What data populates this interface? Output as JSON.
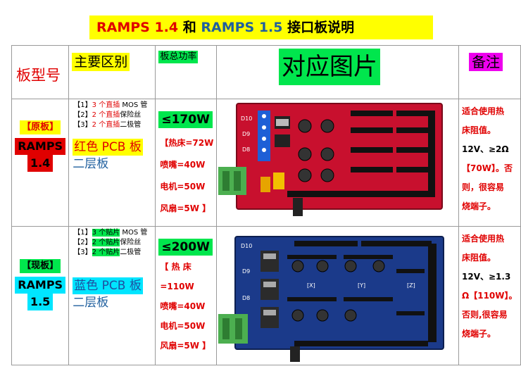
{
  "title": {
    "part1": "RAMPS 1.4",
    "part2": " 和 ",
    "part3": "RAMPS 1.5",
    "part4": " 接口板说明"
  },
  "headers": {
    "model": "板型号",
    "diff": "主要区别",
    "power": "板总功率",
    "image": "对应图片",
    "note": "备注"
  },
  "rows": [
    {
      "tag": "【原板】",
      "name": "RAMPS",
      "version": "1.4",
      "features": [
        {
          "pre": "【1】",
          "hl": "3 个直插",
          "post": " MOS 管"
        },
        {
          "pre": "【2】",
          "hl": "2 个直插",
          "post": "保险丝"
        },
        {
          "pre": "【3】",
          "hl": "2 个直插",
          "post": "二极管"
        }
      ],
      "pcb": "红色 PCB 板",
      "layers": "二层板",
      "power_total": "≤170W",
      "power_details": [
        "【热床=72W",
        "喷嘴=40W",
        "电机=50W",
        "风扇=5W 】"
      ],
      "notes": [
        "适合使用热",
        "床阻值。",
        "12V、≥2Ω",
        "【70W】。否",
        "则，很容易",
        "烧端子。"
      ],
      "board": {
        "labels": [
          "D10",
          "D9",
          "D8"
        ]
      }
    },
    {
      "tag": "【现板】",
      "name": "RAMPS",
      "version": "1.5",
      "features": [
        {
          "pre": "【1】",
          "hl": "3 个贴片",
          "post": " MOS 管"
        },
        {
          "pre": "【2】",
          "hl": "2 个贴片",
          "post": "保险丝"
        },
        {
          "pre": "【3】",
          "hl": "2 个贴片",
          "post": "二极管"
        }
      ],
      "pcb": "蓝色 PCB 板",
      "layers": "二层板",
      "power_total": "≤200W",
      "power_details": [
        "【  热  床",
        "=110W",
        "喷嘴=40W",
        "电机=50W",
        "风扇=5W 】"
      ],
      "notes": [
        "适合使用热",
        "床阻值。",
        "12V、≥1.3",
        "Ω【110W】。",
        "否则,很容易",
        "烧端子。"
      ],
      "board": {
        "labels": [
          "D10",
          "D9",
          "D8"
        ],
        "axes": [
          "[X]",
          "[Y]",
          "[Z]"
        ]
      }
    }
  ],
  "colors": {
    "red": "#e00000",
    "yellow": "#ffff00",
    "green": "#00e64d",
    "cyan": "#00e5ff",
    "magenta": "#ee00ee",
    "pcb_red": "#c8102e",
    "pcb_blue": "#1b3a8a"
  }
}
